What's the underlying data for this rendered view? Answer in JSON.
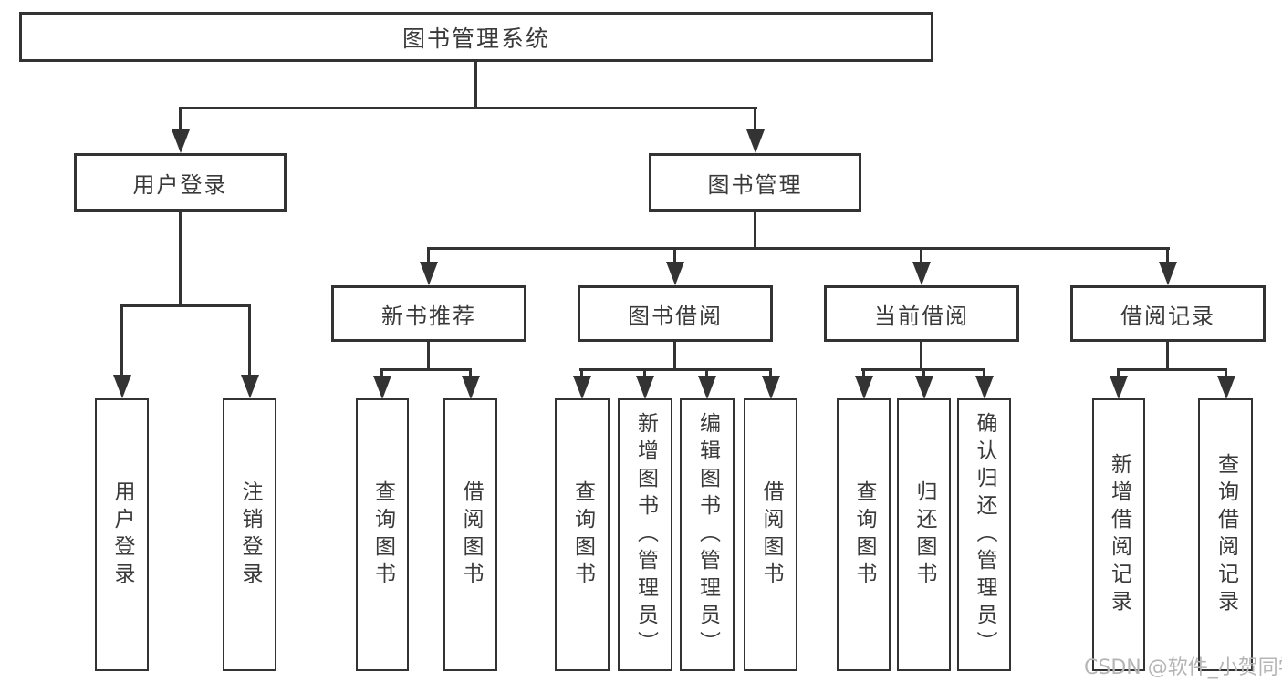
{
  "diagram": {
    "title": "图书管理系统",
    "root": {
      "label": "图书管理系统"
    },
    "level2": [
      {
        "label": "用户登录"
      },
      {
        "label": "图书管理"
      }
    ],
    "level3": [
      {
        "label": "新书推荐",
        "parent": "图书管理"
      },
      {
        "label": "图书借阅",
        "parent": "图书管理"
      },
      {
        "label": "当前借阅",
        "parent": "图书管理"
      },
      {
        "label": "借阅记录",
        "parent": "图书管理"
      }
    ],
    "leaves": [
      {
        "label": "用户登录",
        "parent": "用户登录"
      },
      {
        "label": "注销登录",
        "parent": "用户登录"
      },
      {
        "label": "查询图书",
        "parent": "新书推荐"
      },
      {
        "label": "借阅图书",
        "parent": "新书推荐"
      },
      {
        "label": "查询图书",
        "parent": "图书借阅"
      },
      {
        "label": "新增图书（管理员）",
        "parent": "图书借阅"
      },
      {
        "label": "编辑图书（管理员）",
        "parent": "图书借阅"
      },
      {
        "label": "借阅图书",
        "parent": "图书借阅"
      },
      {
        "label": "查询图书",
        "parent": "当前借阅"
      },
      {
        "label": "归还图书",
        "parent": "当前借阅"
      },
      {
        "label": "确认归还（管理员）",
        "parent": "当前借阅"
      },
      {
        "label": "新增借阅记录",
        "parent": "借阅记录"
      },
      {
        "label": "查询借阅记录",
        "parent": "借阅记录"
      }
    ],
    "watermark": "CSDN @软件_小贺同学",
    "colors": {
      "line": "#333333",
      "text": "#3a3a3a",
      "background": "#ffffff",
      "watermark": "#b5b5b5"
    }
  }
}
